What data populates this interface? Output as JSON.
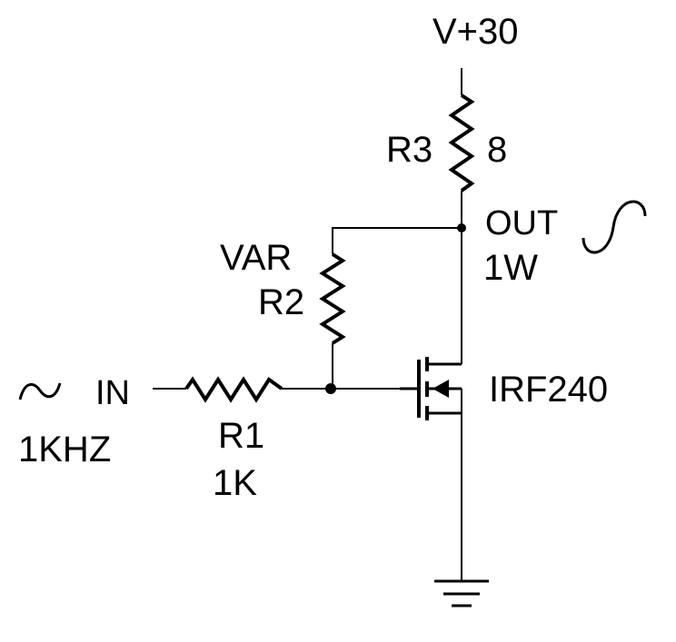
{
  "supply_label": "V+30",
  "r3": {
    "designator": "R3",
    "value": "8"
  },
  "output": {
    "label": "OUT",
    "power": "1W"
  },
  "r2": {
    "note": "VAR",
    "designator": "R2"
  },
  "input": {
    "label": "IN",
    "frequency": "1KHZ"
  },
  "r1": {
    "designator": "R1",
    "value": "1K"
  },
  "transistor": {
    "part": "IRF240"
  }
}
